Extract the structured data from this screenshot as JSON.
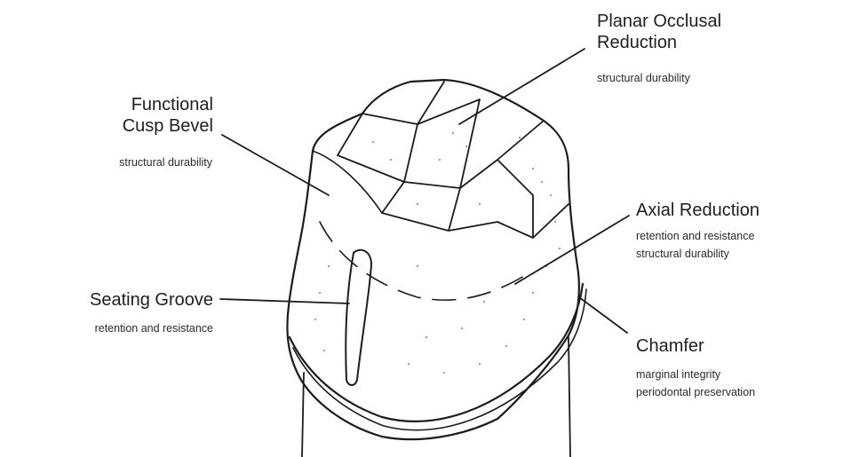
{
  "labels": {
    "planar_occlusal": {
      "title_1": "Planar Occlusal",
      "title_2": "Reduction",
      "purpose": "structural durability"
    },
    "functional_cusp": {
      "title_1": "Functional",
      "title_2": "Cusp Bevel",
      "purpose": "structural durability"
    },
    "axial": {
      "title": "Axial Reduction",
      "purpose_1": "retention and resistance",
      "purpose_2": "structural durability"
    },
    "seating_groove": {
      "title": "Seating Groove",
      "purpose": "retention and resistance"
    },
    "chamfer": {
      "title": "Chamfer",
      "purpose_1": "marginal integrity",
      "purpose_2": "periodontal preservation"
    }
  }
}
